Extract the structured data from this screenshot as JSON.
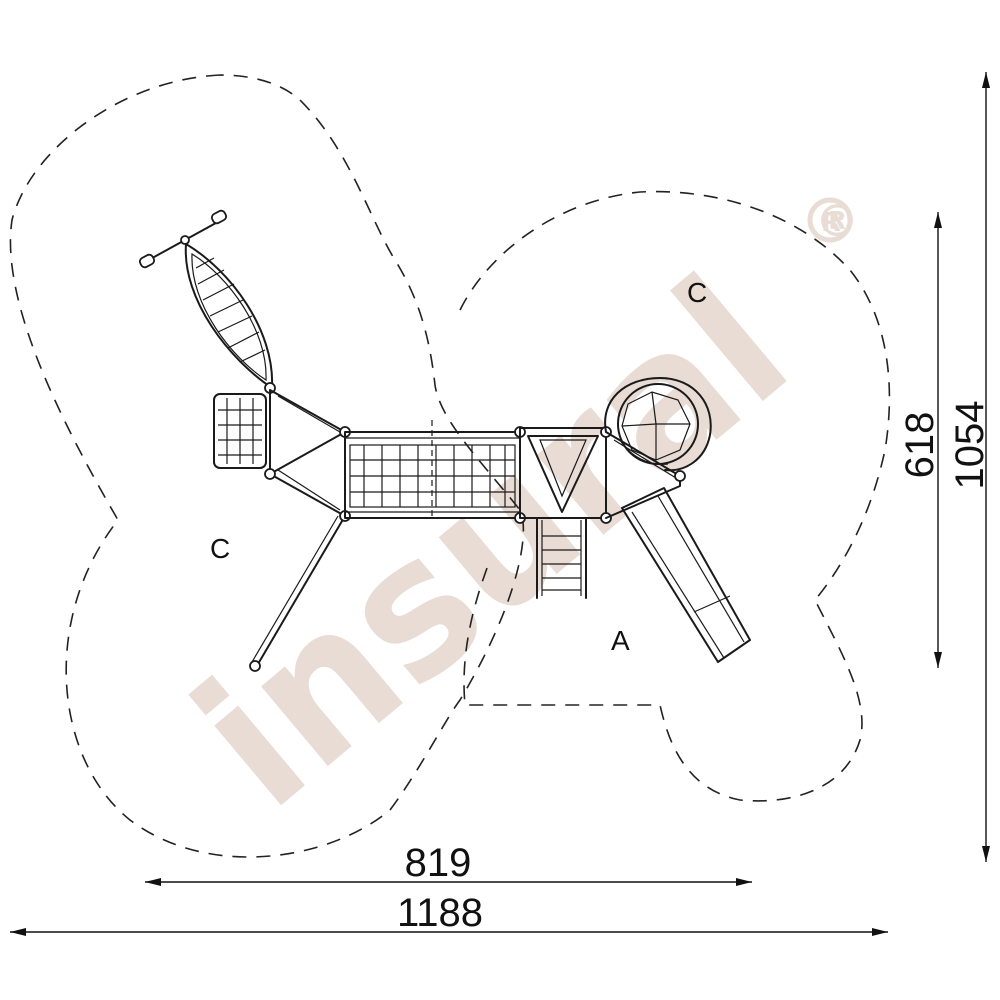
{
  "watermark": {
    "text": "insural",
    "registered_mark": "®"
  },
  "zones": {
    "left": "C",
    "top_right": "C",
    "bottom_right": "A"
  },
  "dimensions": {
    "inner_width": "819",
    "outer_width": "1188",
    "inner_height": "618",
    "outer_height": "1054"
  },
  "colors": {
    "line": "#1a1a1a",
    "watermark": "#e9dcd5"
  }
}
